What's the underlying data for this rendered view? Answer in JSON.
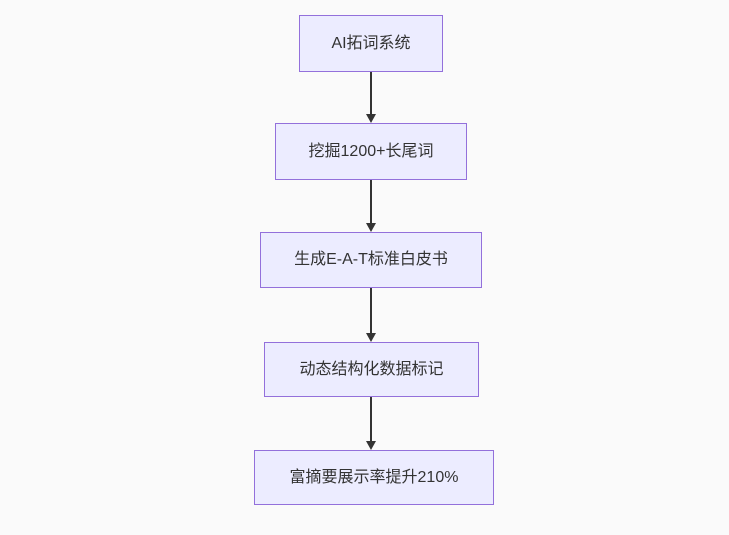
{
  "page": {
    "background_color": "#fafafa"
  },
  "flowchart": {
    "type": "vertical-flowchart",
    "direction": "top-down",
    "colors": {
      "node_fill": "#ECECFF",
      "node_border": "#9370DB",
      "edge_color": "#333333",
      "text_color": "#333333"
    },
    "nodes": [
      {
        "label": "AI拓词系统"
      },
      {
        "label": "挖掘1200+长尾词"
      },
      {
        "label": "生成E-A-T标准白皮书"
      },
      {
        "label": "动态结构化数据标记"
      },
      {
        "label": "富摘要展示率提升210%"
      }
    ],
    "edges": [
      {
        "from": 0,
        "to": 1,
        "arrow": "down"
      },
      {
        "from": 1,
        "to": 2,
        "arrow": "down"
      },
      {
        "from": 2,
        "to": 3,
        "arrow": "down"
      },
      {
        "from": 3,
        "to": 4,
        "arrow": "down"
      }
    ]
  }
}
